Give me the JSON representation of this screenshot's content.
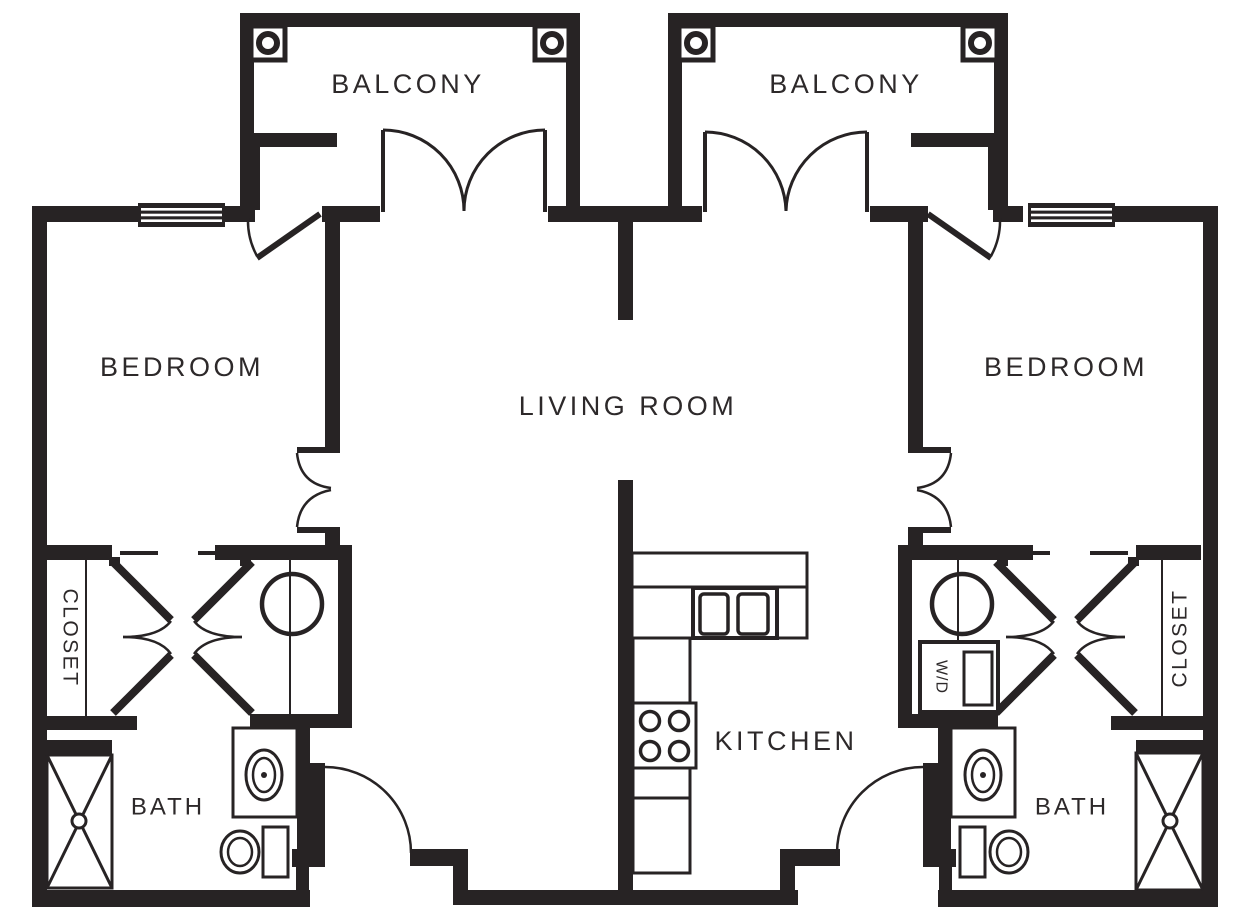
{
  "colors": {
    "ink": "#272324",
    "paper": "#ffffff"
  },
  "labels": {
    "balcony_left": "BALCONY",
    "balcony_right": "BALCONY",
    "bedroom_left": "BEDROOM",
    "bedroom_right": "BEDROOM",
    "living_room": "LIVING ROOM",
    "kitchen": "KITCHEN",
    "bath_left": "BATH",
    "bath_right": "BATH",
    "closet_left": "CLOSET",
    "closet_right": "CLOSET",
    "washer_dryer": "W/D"
  },
  "fixtures": {
    "balconies": [
      "corner-post-light",
      "corner-post-light",
      "french-doors"
    ],
    "bedrooms": [
      "window",
      "double-entry-doors",
      "balcony-door"
    ],
    "left_bath": [
      "shower-stall",
      "vanity-sink",
      "toilet"
    ],
    "right_bath": [
      "shower-stall",
      "vanity-sink",
      "toilet"
    ],
    "left_utility": [
      "water-heater"
    ],
    "right_utility": [
      "water-heater",
      "washer-dryer"
    ],
    "closets": [
      "closet-rod",
      "bifold-double-doors"
    ],
    "kitchen": [
      "peninsula-counter",
      "double-sink",
      "range-4-burner",
      "base-cabinets",
      "refrigerator"
    ]
  }
}
